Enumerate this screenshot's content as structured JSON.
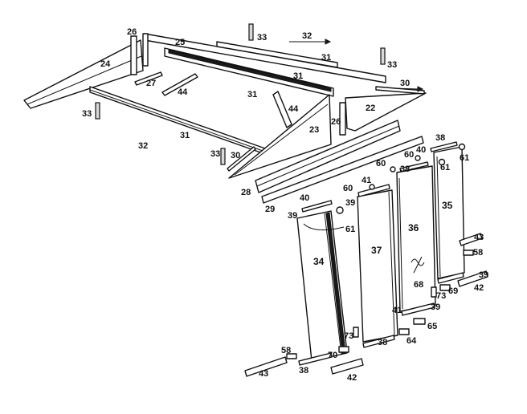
{
  "callouts": {
    "c22": "22",
    "c23": "23",
    "c24": "24",
    "c25": "25",
    "c26": "26",
    "c27": "27",
    "c28": "28",
    "c29": "29",
    "c30": "30",
    "c31": "31",
    "c32": "32",
    "c33": "33",
    "c34": "34",
    "c35": "35",
    "c36": "36",
    "c37": "37",
    "c38": "38",
    "c39": "39",
    "c40": "40",
    "c41": "41",
    "c42": "42",
    "c43": "43",
    "c44": "44",
    "c58": "58",
    "c60": "60",
    "c61": "61",
    "c64": "64",
    "c65": "65",
    "c68": "68",
    "c69": "69",
    "c70": "70",
    "c73": "73"
  },
  "colors": {
    "ink": "#111111",
    "paper": "#ffffff"
  }
}
